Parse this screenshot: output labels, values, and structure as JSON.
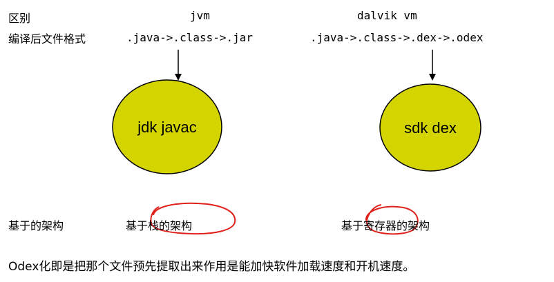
{
  "header_row": {
    "label": "区别",
    "jvm_heading": "jvm",
    "dalvik_heading": "dalvik vm"
  },
  "format_row": {
    "label": "编译后文件格式",
    "jvm_format": ".java->.class->.jar",
    "dalvik_format": ".java->.class->.dex->.odex"
  },
  "nodes": {
    "jvm_tool": "jdk javac",
    "dalvik_tool": "sdk dex"
  },
  "arch_row": {
    "label": "基于的架构",
    "jvm_arch": "基于栈的架构",
    "dalvik_arch": "基于寄存器的架构"
  },
  "footnote": "Odex化即是把那个文件预先提取出来作用是能加快软件加载速度和开机速度。",
  "colors": {
    "node_fill": "#d4d400",
    "node_stroke": "#000000",
    "highlight": "#e0201a"
  }
}
